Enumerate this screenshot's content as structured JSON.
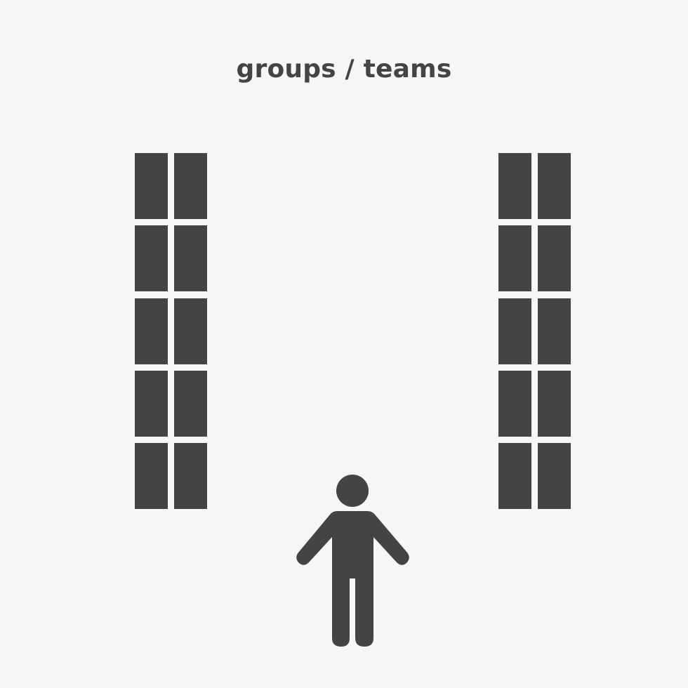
{
  "title": "groups / teams",
  "icons": {
    "left_group": "group-blocks-icon",
    "right_group": "group-blocks-icon",
    "person": "person-icon"
  },
  "groups": {
    "left": {
      "rows": 5,
      "columns": 2
    },
    "right": {
      "rows": 5,
      "columns": 2
    }
  },
  "colors": {
    "background": "#f6f6f6",
    "foreground": "#444444"
  }
}
